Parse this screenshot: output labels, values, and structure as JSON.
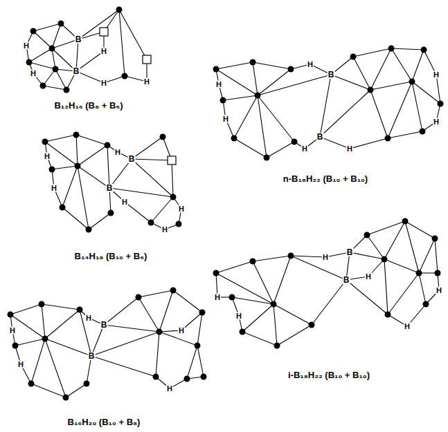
{
  "diagram": {
    "labels": [
      "B₁₂H₁₆ (B₈ + B₆)",
      "B",
      "B",
      "H",
      "H",
      "H",
      "H",
      "H",
      "n-B₁₈H₂₂ (B₁₀ + B₁₀)",
      "B",
      "B",
      "H",
      "H",
      "H",
      "H",
      "H",
      "H",
      "H",
      "B₁₄H₁₈ (B₁₀ + B₆)",
      "B",
      "B",
      "H",
      "H",
      "H",
      "H",
      "H",
      "H",
      "i-B₁₈H₂₂ (B₁₀ + B₁₀)",
      "B",
      "B",
      "H",
      "H",
      "H",
      "H",
      "H",
      "H",
      "B₁₆H₂₀ (B₁₀ + B₈)",
      "B",
      "B",
      "H",
      "H",
      "H",
      "H",
      "H"
    ]
  }
}
